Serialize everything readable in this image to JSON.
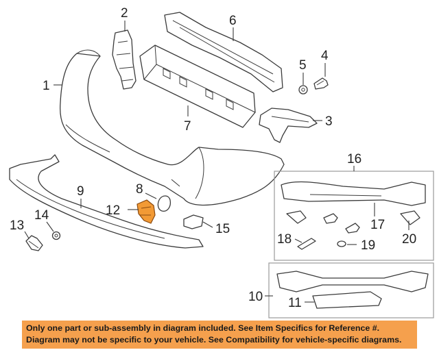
{
  "callouts": {
    "c1": "1",
    "c2": "2",
    "c3": "3",
    "c4": "4",
    "c5": "5",
    "c6": "6",
    "c7": "7",
    "c8": "8",
    "c9": "9",
    "c10": "10",
    "c11": "11",
    "c12": "12",
    "c13": "13",
    "c14": "14",
    "c15": "15",
    "c16": "16",
    "c17": "17",
    "c18": "18",
    "c19": "19",
    "c20": "20"
  },
  "notice": {
    "line1": "Only one part or sub-assembly in diagram included. See Item Specifics for Reference #.",
    "line2": "Diagram may not be specific to your vehicle. See Compatibility for vehicle-specific diagrams."
  },
  "colors": {
    "highlight_part": "#f29a35",
    "banner": "#f5a04d"
  }
}
